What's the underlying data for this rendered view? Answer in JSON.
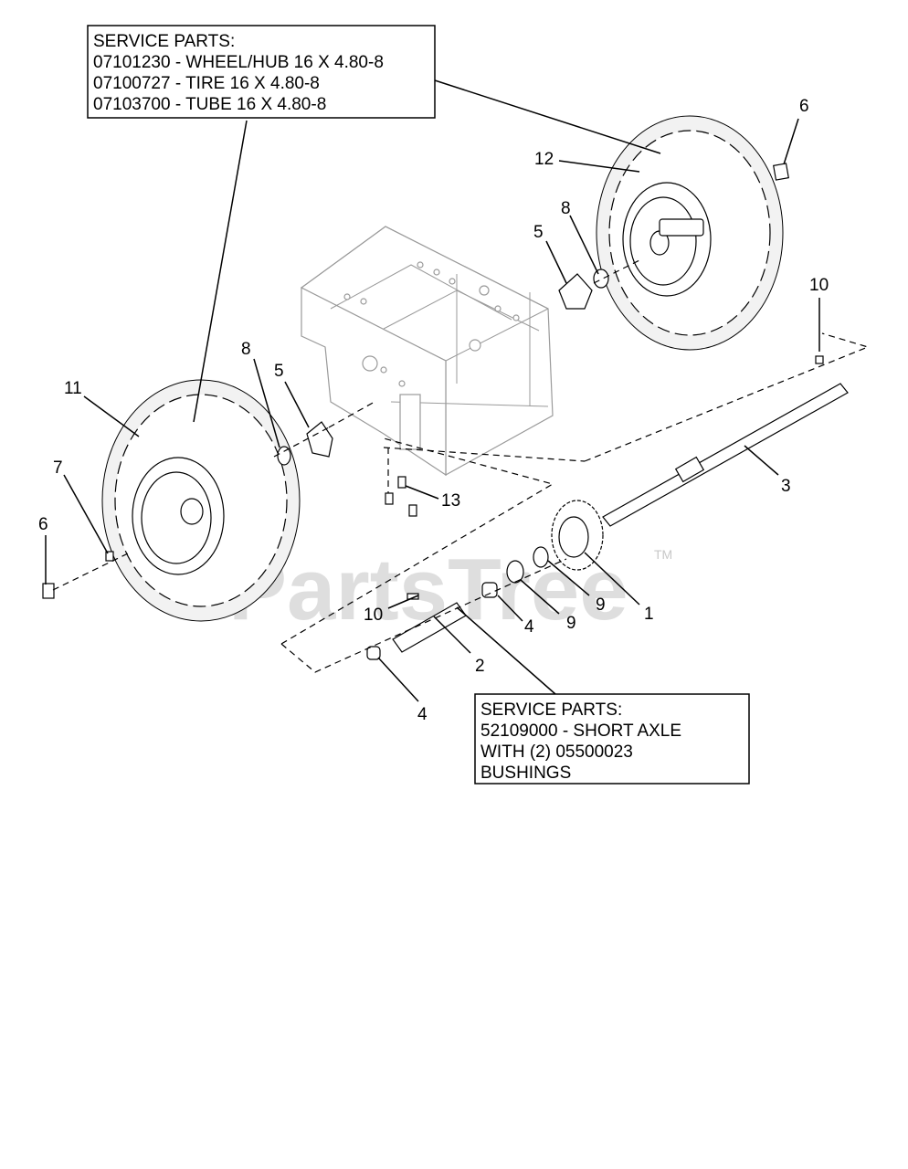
{
  "service_box_top": {
    "lines": [
      "SERVICE PARTS:",
      "07101230 - WHEEL/HUB 16 X 4.80-8",
      "07100727 - TIRE 16 X 4.80-8",
      "07103700 - TUBE 16 X 4.80-8"
    ]
  },
  "service_box_bottom": {
    "lines": [
      "SERVICE PARTS:",
      "52109000 - SHORT AXLE",
      "WITH (2) 05500023",
      "BUSHINGS"
    ]
  },
  "callouts": {
    "c1": "1",
    "c2": "2",
    "c3": "3",
    "c4a": "4",
    "c4b": "4",
    "c5a": "5",
    "c5b": "5",
    "c6a": "6",
    "c6b": "6",
    "c7": "7",
    "c8a": "8",
    "c8b": "8",
    "c9a": "9",
    "c9b": "9",
    "c10a": "10",
    "c10b": "10",
    "c11": "11",
    "c12": "12",
    "c13": "13"
  },
  "watermark": {
    "text": "PartsTree",
    "tm": "TM"
  }
}
